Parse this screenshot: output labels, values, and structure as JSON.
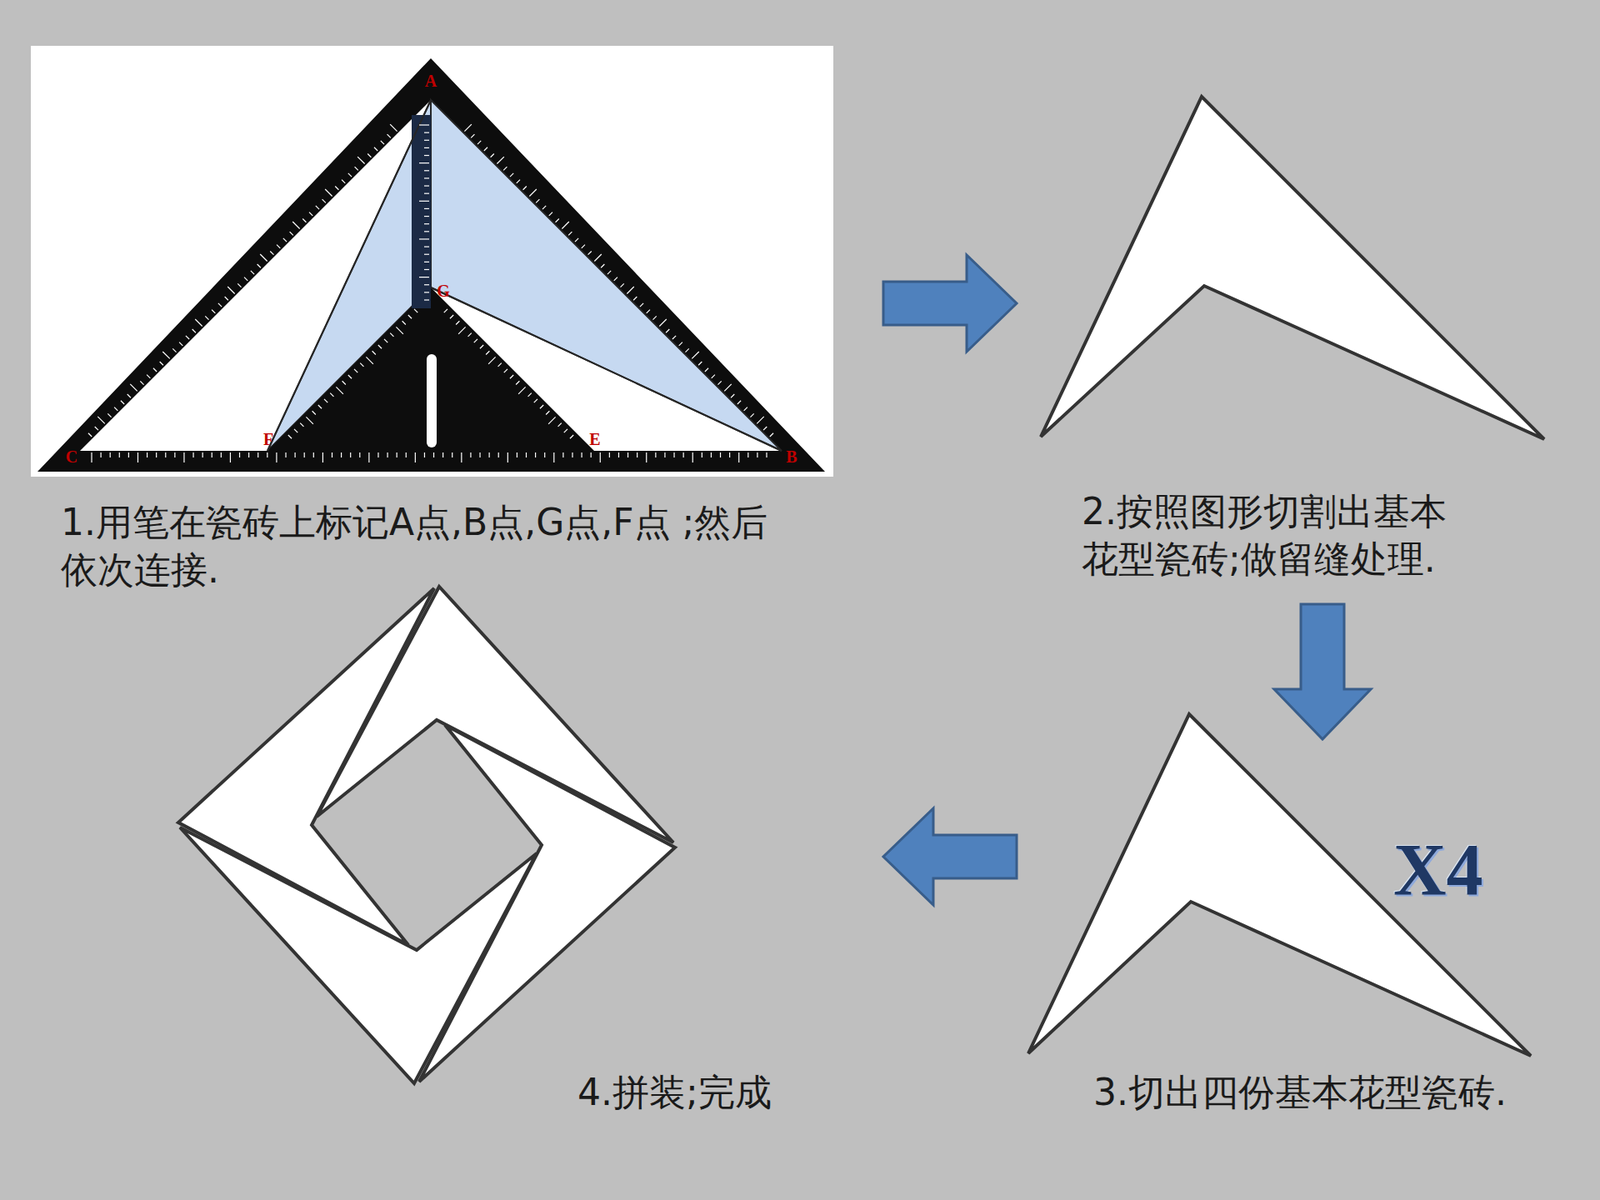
{
  "diagram": {
    "nodes": [
      {
        "text": [
          "1.用笔在瓷砖上标记A点,B点,G点,F点 ;然后 依次连接."
        ]
      },
      {
        "text": [
          "2.按照图形切割出基本 花型瓷砖;做留缝处理."
        ]
      },
      {
        "text": [
          "3.切出四份基本花型瓷砖."
        ]
      },
      {
        "text": [
          "4.拼装;完成"
        ]
      }
    ],
    "edges": [
      {
        "from": 0,
        "to": 1,
        "arrow": "to"
      },
      {
        "from": 1,
        "to": 2,
        "arrow": "to"
      },
      {
        "from": 2,
        "to": 3,
        "arrow": "to"
      }
    ],
    "labels": [
      "A",
      "G",
      "F",
      "E",
      "C",
      "B",
      "X4"
    ]
  }
}
